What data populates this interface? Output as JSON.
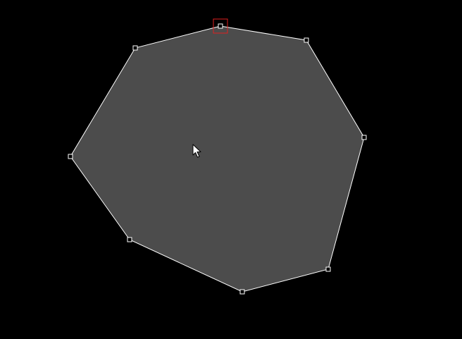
{
  "editor": {
    "canvas_background": "#000000"
  },
  "shape": {
    "type": "polygon",
    "vertex_count": 8,
    "fill_color": "#4c4c4c",
    "stroke_color": "#ffffff",
    "selected_vertex_index": 0
  },
  "handle": {
    "fill_color": "#000000",
    "stroke_color": "#ffffff",
    "selection_color": "#e02020"
  },
  "cursor": {
    "icon": "arrow-pointer-icon"
  }
}
